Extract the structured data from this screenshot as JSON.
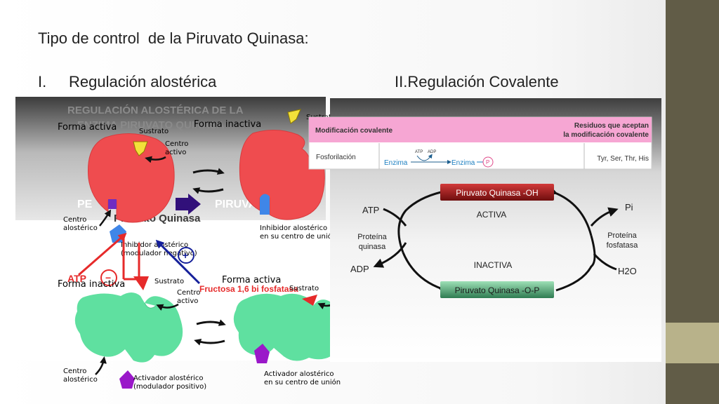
{
  "title": "Tipo de control  de la Piruvato Quinasa:",
  "sections": {
    "allosteric_number": "I.",
    "allosteric_title": "Regulación alostérica",
    "covalent_title": "II.Regulación Covalente"
  },
  "allosteric_panel": {
    "header_line1": "REGULACIÓN ALOSTÉRICA DE LA",
    "header_line2": "ENZIMA PIRUVATO QUINASA",
    "behind_left": "PE",
    "behind_mid": "Piruvato Quinasa",
    "behind_right": "PIRUVATO",
    "top_left_state": "Forma activa",
    "top_right_state": "Forma inactiva",
    "bottom_left_state": "Forma inactiva",
    "bottom_right_state": "Forma activa",
    "substrate": "Sustrato",
    "active_center_1": "Centro",
    "active_center_2": "activo",
    "allosteric_center_1": "Centro",
    "allosteric_center_2": "alostérico",
    "inhibitor_label_1": "Inhibidor alostérico",
    "inhibitor_label_2": "(modulador negativo)",
    "inhibitor_site_1": "Inhibidor alostérico",
    "inhibitor_site_2": "en su centro de unión",
    "activator_label_1": "Activador alostérico",
    "activator_label_2": "(modulador positivo)",
    "activator_site_1": "Activador alostérico",
    "activator_site_2": "en su centro de unión",
    "atp": "ATP",
    "minus_sign": "−",
    "plus_sign": "+",
    "fructose": "Fructosa 1,6 bi fosfatasa",
    "colors": {
      "red_enzyme": "#ef4c4f",
      "green_enzyme": "#5fe0a0",
      "inhibitor_blue": "#3f86e8",
      "activator_purple": "#9a18c9",
      "substrate_yellow": "#f3e13a"
    }
  },
  "covalent_table": {
    "col1_header": "Modificación covalente",
    "col3_header_line1": "Residuos que aceptan",
    "col3_header_line2": "la modificación covalente",
    "row_type": "Fosforilación",
    "atp": "ATP",
    "adp": "ADP",
    "enzyme_start": "Enzima",
    "enzyme_end": "Enzima",
    "phosphate": "P",
    "residues": "Tyr, Ser, Thr, His"
  },
  "cycle": {
    "top_box": "Piruvato Quinasa -OH",
    "bottom_box": "Piruvato Quinasa -O-P",
    "active": "ACTIVA",
    "inactive": "INACTIVA",
    "atp": "ATP",
    "adp": "ADP",
    "pi": "Pi",
    "h2o": "H2O",
    "kinase_1": "Proteína",
    "kinase_2": "quinasa",
    "phosphatase_1": "Proteína",
    "phosphatase_2": "fosfatasa"
  }
}
